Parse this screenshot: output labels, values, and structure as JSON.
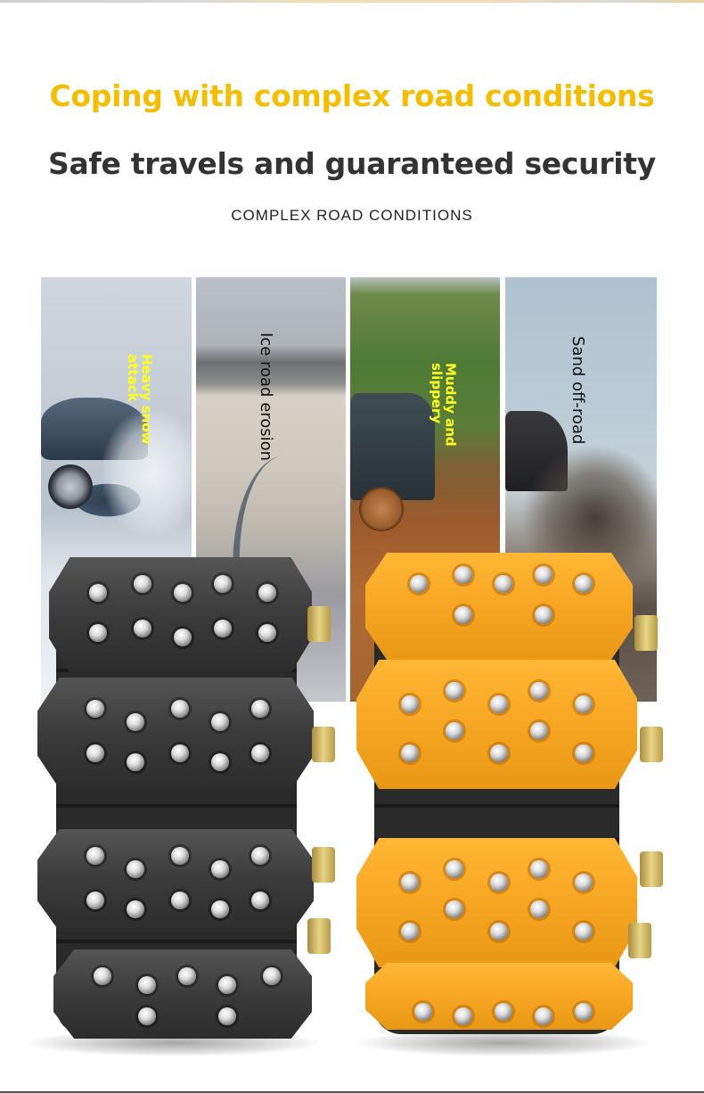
{
  "header": {
    "headline_primary": "Coping with complex road conditions",
    "headline_secondary": "Safe travels and guaranteed security",
    "subheading": "COMPLEX ROAD CONDITIONS"
  },
  "colors": {
    "accent_yellow": "#f5bd00",
    "headline_dark": "#333333",
    "label_yellow": "#ffff1e",
    "product_orange": "#f6a623",
    "product_black": "#3b3b3b"
  },
  "panels": [
    {
      "label": "Heavy snow\nattack",
      "label_color": "yellow",
      "scene": "car driving through snow"
    },
    {
      "label": "Ice road erosion",
      "label_color": "dark",
      "scene": "icy frozen lake road"
    },
    {
      "label": "Muddy and\nslippery",
      "label_color": "yellow",
      "scene": "SUV in mud"
    },
    {
      "label": "Sand off-road",
      "label_color": "dark",
      "scene": "SUV kicking up sand"
    }
  ],
  "products": [
    {
      "name": "black-tire-snow-chain",
      "color": "black"
    },
    {
      "name": "orange-tire-snow-chain",
      "color": "orange"
    }
  ]
}
